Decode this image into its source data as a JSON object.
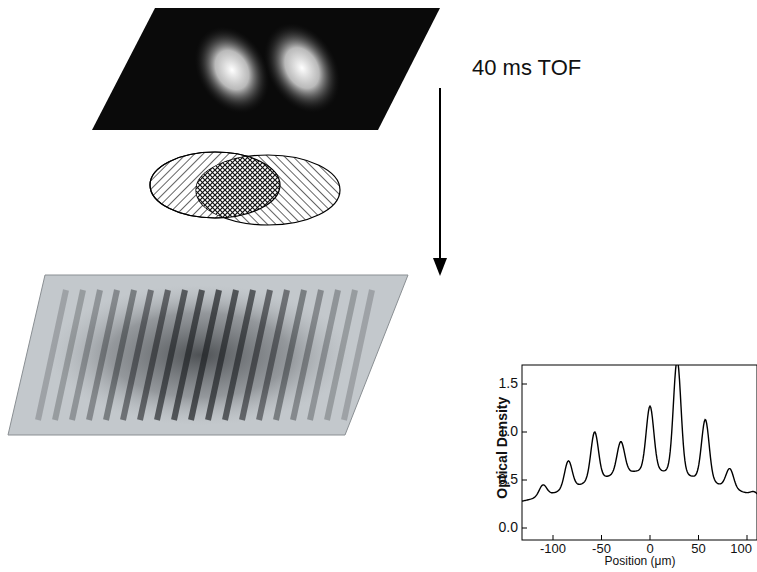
{
  "diagram": {
    "labels": [
      "40 ms TOF",
      "Optical Density",
      "1.5",
      "1.0",
      "0.5",
      "0.0",
      "-100",
      "-50",
      "0",
      "50",
      "100",
      "Position (μm)"
    ]
  }
}
